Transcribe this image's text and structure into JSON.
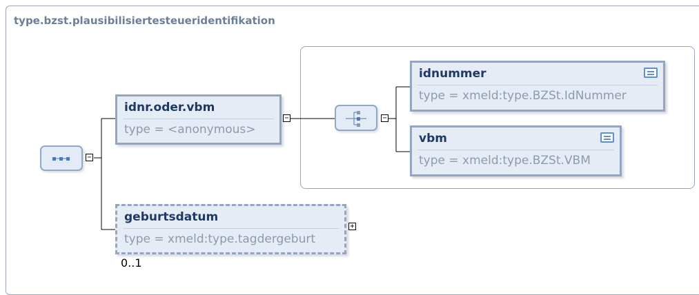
{
  "diagram": {
    "title": "type.bzst.plausibilisiertesteueridentifikation",
    "elements": {
      "idnr": {
        "name": "idnr.oder.vbm",
        "type": "type = <anonymous>"
      },
      "geburtsdatum": {
        "name": "geburtsdatum",
        "type": "type = xmeld:type.tagdergeburt",
        "occurrence": "0..1"
      },
      "idnummer": {
        "name": "idnummer",
        "type": "type = xmeld:type.BZSt.IdNummer"
      },
      "vbm": {
        "name": "vbm",
        "type": "type = xmeld:type.BZSt.VBM"
      }
    },
    "compositors": {
      "root": "sequence-icon",
      "choice": "choice-icon"
    },
    "toggles": {
      "collapse": "−",
      "expand": "+"
    },
    "colors": {
      "element_fill": "#e6ecf5",
      "element_border": "#93a5c1",
      "name_text": "#1e3a64",
      "type_text": "#8e9aaa",
      "title_text": "#6d7f96"
    }
  }
}
